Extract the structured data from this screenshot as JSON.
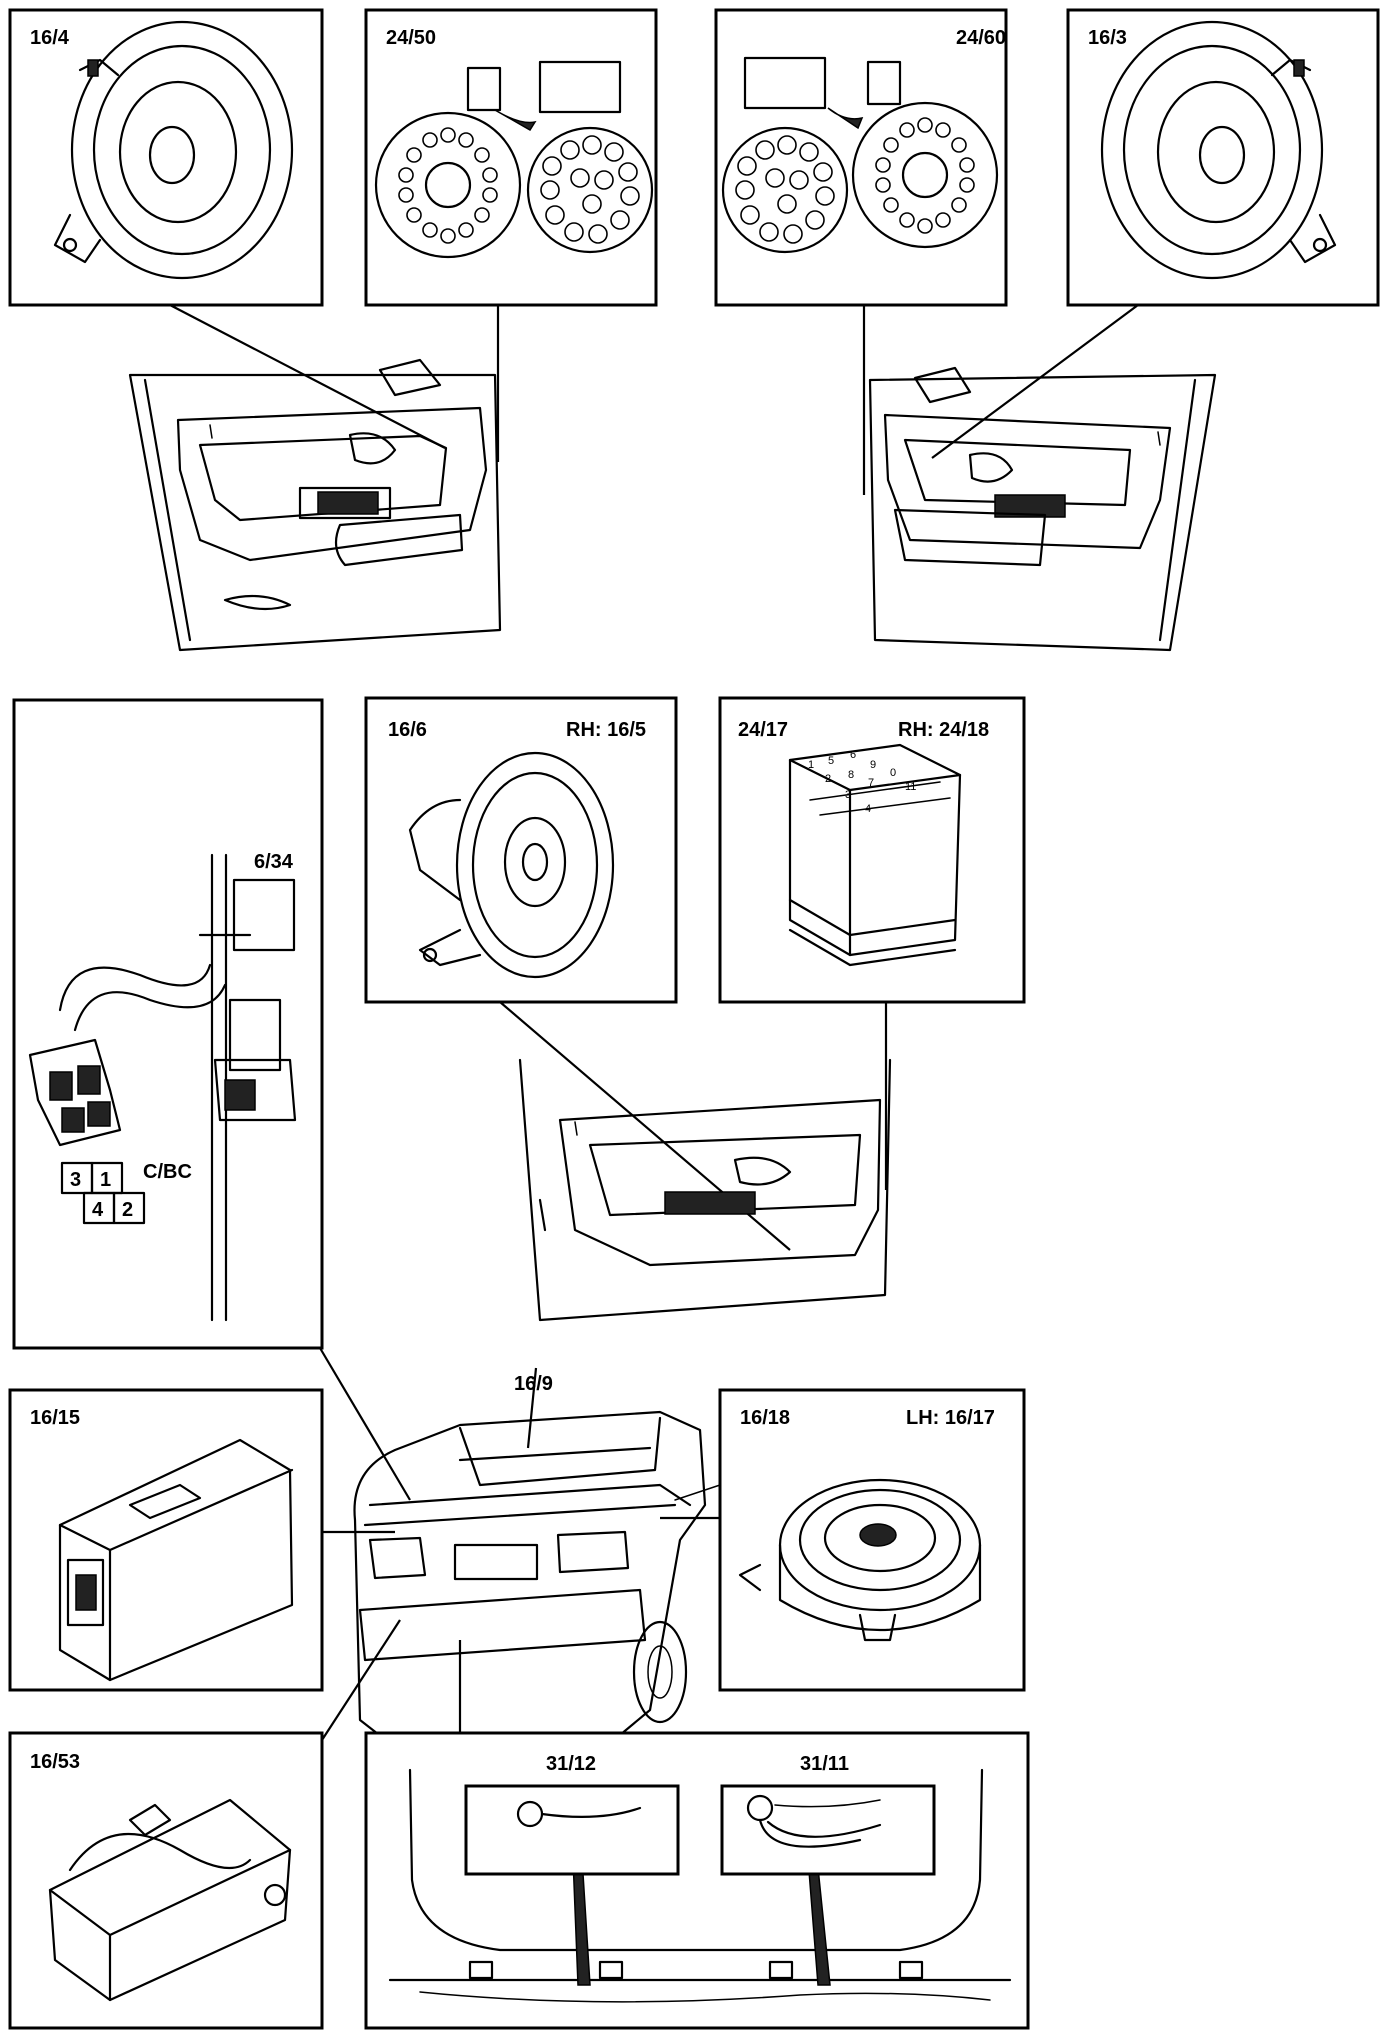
{
  "labels": {
    "spk_16_4": "16/4",
    "conn_24_50": "24/50",
    "conn_24_60": "24/60",
    "spk_16_3": "16/3",
    "spk_16_6": "16/6",
    "spk_16_6_rh": "RH: 16/5",
    "sw_24_17": "24/17",
    "sw_24_17_rh": "RH: 24/18",
    "motor_6_34": "6/34",
    "conn_cbc": "C/BC",
    "unit_16_15": "16/15",
    "antenna_16_9": "16/9",
    "spk_16_18": "16/18",
    "spk_16_18_lh": "LH: 16/17",
    "unit_16_53": "16/53",
    "gnd_31_12": "31/12",
    "gnd_31_11": "31/11"
  },
  "connector_cbc_pins": [
    "3",
    "1",
    "4",
    "2"
  ],
  "switch_pins": [
    "1",
    "5",
    "6",
    "9",
    "2",
    "8",
    "7",
    "0",
    "3",
    "11",
    "4"
  ]
}
